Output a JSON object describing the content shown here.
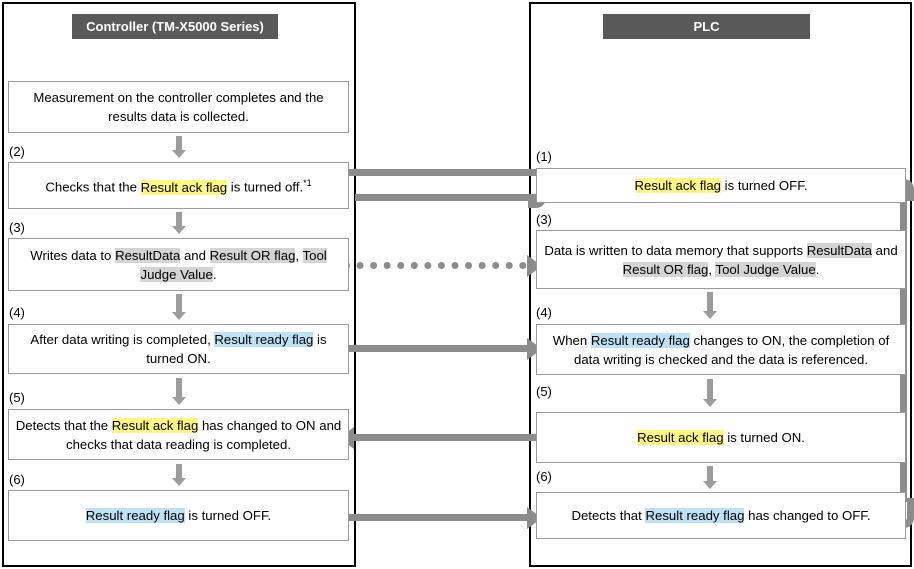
{
  "lanes": {
    "controller": {
      "title": "Controller (TM-X5000 Series)"
    },
    "plc": {
      "title": "PLC"
    }
  },
  "controller_steps": [
    {
      "label": "",
      "parts": [
        {
          "text": "Measurement on the controller completes and the results data is collected.",
          "style": "plain"
        }
      ]
    },
    {
      "label": "(2)",
      "parts": [
        {
          "text": "Checks that the ",
          "style": "plain"
        },
        {
          "text": "Result ack flag",
          "style": "yellow"
        },
        {
          "text": " is turned off.",
          "style": "plain"
        },
        {
          "text": "*1",
          "style": "footnote"
        }
      ]
    },
    {
      "label": "(3)",
      "parts": [
        {
          "text": "Writes data to ",
          "style": "plain"
        },
        {
          "text": "ResultData",
          "style": "gray"
        },
        {
          "text": " and ",
          "style": "plain"
        },
        {
          "text": "Result OR flag",
          "style": "gray"
        },
        {
          "text": ", ",
          "style": "plain"
        },
        {
          "text": "Tool Judge Value",
          "style": "gray"
        },
        {
          "text": ".",
          "style": "plain"
        }
      ]
    },
    {
      "label": "(4)",
      "parts": [
        {
          "text": "After data writing is completed, ",
          "style": "plain"
        },
        {
          "text": "Result ready flag",
          "style": "blue"
        },
        {
          "text": " is turned ON.",
          "style": "plain"
        }
      ]
    },
    {
      "label": "(5)",
      "parts": [
        {
          "text": "Detects that the ",
          "style": "plain"
        },
        {
          "text": "Result ack flag",
          "style": "yellow"
        },
        {
          "text": " has changed to ON and checks that data reading is completed.",
          "style": "plain"
        }
      ]
    },
    {
      "label": "(6)",
      "parts": [
        {
          "text": "Result ready flag",
          "style": "blue"
        },
        {
          "text": " is turned OFF.",
          "style": "plain"
        }
      ]
    }
  ],
  "plc_steps": [
    {
      "label": "(1)",
      "parts": [
        {
          "text": "Result ack flag",
          "style": "yellow"
        },
        {
          "text": " is turned OFF.",
          "style": "plain"
        }
      ]
    },
    {
      "label": "(3)",
      "parts": [
        {
          "text": "Data is written to data memory that supports ",
          "style": "plain"
        },
        {
          "text": "ResultData",
          "style": "gray"
        },
        {
          "text": " and ",
          "style": "plain"
        },
        {
          "text": "Result OR flag",
          "style": "gray"
        },
        {
          "text": ", ",
          "style": "plain"
        },
        {
          "text": "Tool Judge Value",
          "style": "gray"
        },
        {
          "text": ".",
          "style": "plain"
        }
      ]
    },
    {
      "label": "(4)",
      "parts": [
        {
          "text": "When ",
          "style": "plain"
        },
        {
          "text": "Result ready flag",
          "style": "blue"
        },
        {
          "text": " changes to ON, the completion of data writing is checked and the data is referenced.",
          "style": "plain"
        }
      ]
    },
    {
      "label": "(5)",
      "parts": [
        {
          "text": "Result ack flag",
          "style": "yellow"
        },
        {
          "text": " is turned ON.",
          "style": "plain"
        }
      ]
    },
    {
      "label": "(6)",
      "parts": [
        {
          "text": "Detects that ",
          "style": "plain"
        },
        {
          "text": "Result ready flag",
          "style": "blue"
        },
        {
          "text": " has changed to OFF.",
          "style": "plain"
        }
      ]
    }
  ],
  "colors": {
    "header_bg": "#595959",
    "highlight_yellow": "#fff77f",
    "highlight_blue": "#bde2f5",
    "highlight_gray": "#d4d4d4",
    "connector": "#8c8c8c",
    "arrow_down": "#9c9c9c",
    "box_border": "#9a9a9a",
    "lane_border": "#000000"
  },
  "connectors": [
    {
      "name": "ack-flag-off-loop",
      "direction": "u-shape-left",
      "style": "solid"
    },
    {
      "name": "write-data-to-memory",
      "direction": "right",
      "style": "dotted"
    },
    {
      "name": "ready-flag-on",
      "direction": "right",
      "style": "solid"
    },
    {
      "name": "ack-flag-on",
      "direction": "left",
      "style": "solid"
    },
    {
      "name": "ready-flag-off",
      "direction": "right",
      "style": "solid"
    },
    {
      "name": "feedback-loop-right",
      "direction": "loop-up",
      "style": "solid"
    }
  ]
}
